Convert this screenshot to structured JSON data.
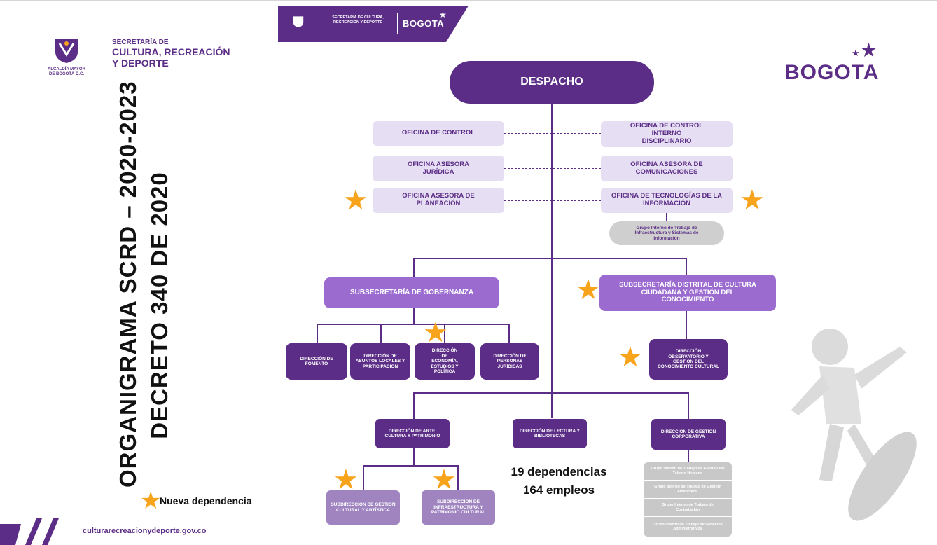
{
  "header": {
    "secretaria_line1": "SECRETARÍA DE",
    "secretaria_line2": "CULTURA, RECREACIÓN",
    "secretaria_line3": "Y DEPORTE",
    "alcaldia_line1": "ALCALDÍA MAYOR",
    "alcaldia_line2": "DE BOGOTÁ D.C.",
    "banner_secretaria": "SECRETARÍA DE CULTURA, RECREACIÓN Y DEPORTE",
    "banner_bogota": "BOGOTA",
    "bogota_logo": "BOGOTA"
  },
  "title": {
    "line1": "ORGANIGRAMA SCRD – 2020-2023",
    "line2": "DECRETO 340 DE 2020"
  },
  "legend": {
    "label": "Nueva dependencia"
  },
  "footer": {
    "url": "culturarecreacionydeporte.gov.co"
  },
  "stats": {
    "line1": "19 dependencias",
    "line2": "164 empleos"
  },
  "org": {
    "despacho": "DESPACHO",
    "oficina_control": "OFICINA DE CONTROL",
    "oficina_juridica": "OFICINA ASESORA JURÍDICA",
    "oficina_planeacion": "OFICINA ASESORA DE PLANEACIÓN",
    "oficina_disciplinario": "OFICINA DE CONTROL INTERNO DISCIPLINARIO",
    "oficina_comunicaciones": "OFICINA ASESORA DE COMUNICACIONES",
    "oficina_tecnologias": "OFICINA DE TECNOLOGÍAS DE LA INFORMACIÓN",
    "grupo_infraestructura": "Grupo Interno de Trabajo de Infraestructura y Sistemas de Información",
    "sub_gobernanza": "SUBSECRETARÍA DE GOBERNANZA",
    "sub_cultura_ciudadana": "SUBSECRETARÍA DISTRITAL DE CULTURA CIUDADANA Y GESTIÓN DEL CONOCIMIENTO",
    "dir_fomento": "DIRECCIÓN DE FOMENTO",
    "dir_asuntos_locales": "DIRECCIÓN DE ASUNTOS LOCALES Y PARTICIPACIÓN",
    "dir_economia": "DIRECCIÓN DE ECONOMÍA, ESTUDIOS Y POLÍTICA",
    "dir_personas_juridicas": "DIRECCIÓN DE PERSONAS JURÍDICAS",
    "dir_observatorio": "DIRECCIÓN OBSERVATORIO Y GESTIÓN DEL CONOCIMIENTO CULTURAL",
    "dir_arte": "DIRECCIÓN DE ARTE, CULTURA Y PATRIMONIO",
    "dir_lectura": "DIRECCIÓN DE LECTURA Y BIBLIOTECAS",
    "dir_gestion_corporativa": "DIRECCIÓN DE GESTIÓN CORPORATIVA",
    "subdir_gestion_cultural": "SUBDIRECCIÓN DE GESTIÓN CULTURAL Y ARTÍSTICA",
    "subdir_infraestructura": "SUBDIRECCIÓN DE INFRAESTRUCTURA Y PATRIMONIO CULTURAL",
    "grupo_talento": "Grupo Interno de Trabajo de Gestión del Talento Humano",
    "grupo_financiera": "Grupo Interno de Trabajo de Gestión Financiera.",
    "grupo_contratacion": "Grupo Interno de Trabajo de Contratación",
    "grupo_administrativos": "Grupo Interno de Trabajo de Servicios Administrativos"
  },
  "colors": {
    "dark_purple": "#5b2d86",
    "mid_purple": "#9b6bd0",
    "light_purple": "#e6def3",
    "star_orange": "#f7a31c",
    "grey": "#cfcfcf"
  }
}
